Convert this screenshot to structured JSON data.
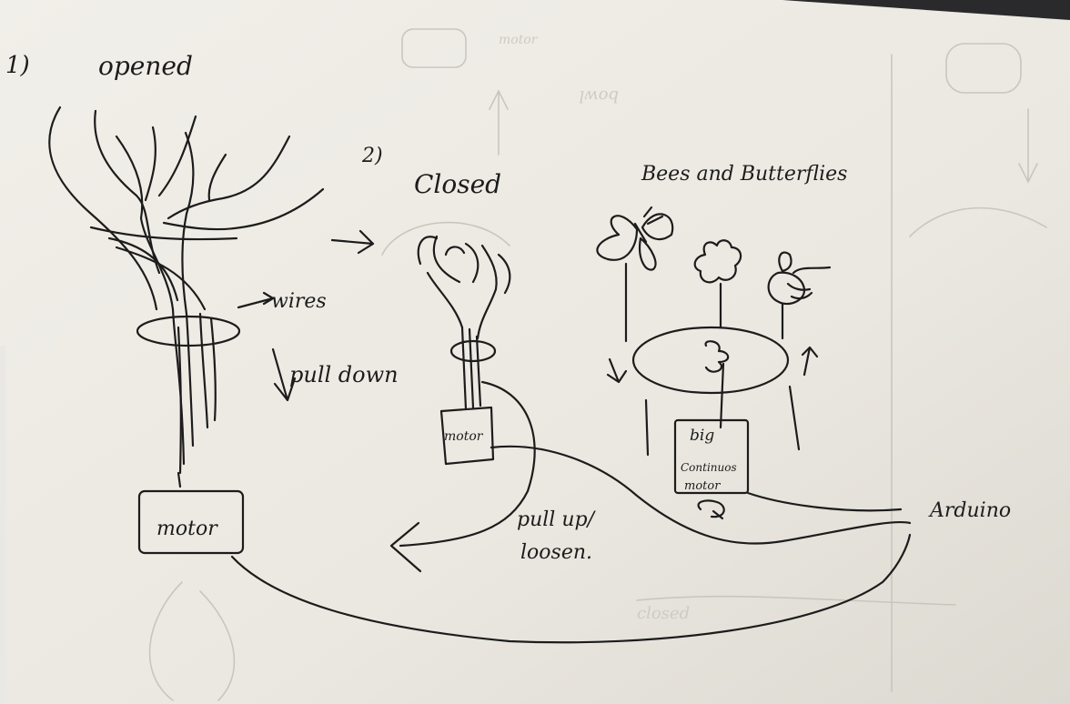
{
  "colors": {
    "paper": "#eceae3",
    "ink": "#1c1c1c",
    "shadow": "#d9d6cf",
    "bleed": "#c9c6bd"
  },
  "stage1": {
    "number": "1)",
    "title": "opened",
    "wires_label": "wires",
    "pull_label": "pull down",
    "motor_label": "motor"
  },
  "stage2": {
    "number": "2)",
    "title": "Closed",
    "motor_label": "motor",
    "pull_label_line1": "pull up/",
    "pull_label_line2": "loosen."
  },
  "stage3": {
    "title": "Bees and Butterflies",
    "motor_line1": "big",
    "motor_line2": "Continuos",
    "motor_line3": "motor"
  },
  "arduino_label": "Arduino",
  "bleed_through": {
    "a": "motor",
    "b": "bowl",
    "c": "closed"
  }
}
